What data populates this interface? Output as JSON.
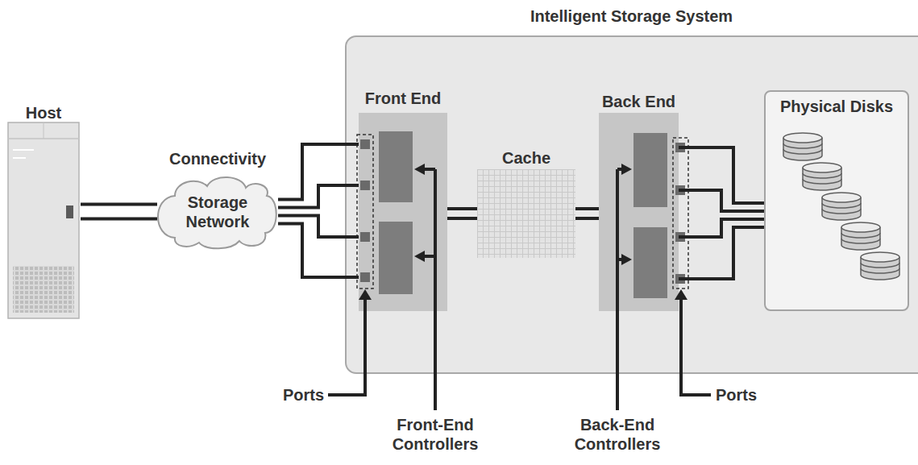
{
  "diagram": {
    "nodes": [
      {
        "text": [
          "Host"
        ]
      },
      {
        "text": [
          "Connectivity",
          "Storage Network"
        ]
      },
      {
        "text": [
          "Intelligent Storage System"
        ]
      },
      {
        "text": [
          "Front End"
        ],
        "in": 2
      },
      {
        "text": [
          "Cache"
        ],
        "in": 2
      },
      {
        "text": [
          "Back End"
        ],
        "in": 2
      },
      {
        "text": [
          "Physical Disks"
        ],
        "in": 2
      }
    ],
    "edges": [
      {
        "from": 0,
        "to": 1,
        "arrow": "none"
      },
      {
        "from": 1,
        "to": 3,
        "arrow": "none"
      },
      {
        "from": 3,
        "to": 4,
        "arrow": "none"
      },
      {
        "from": 4,
        "to": 5,
        "arrow": "none"
      },
      {
        "from": 5,
        "to": 6,
        "arrow": "none"
      }
    ],
    "labels": [
      "Ports",
      "Front-End Controllers",
      "Back-End Controllers",
      "Ports"
    ]
  }
}
